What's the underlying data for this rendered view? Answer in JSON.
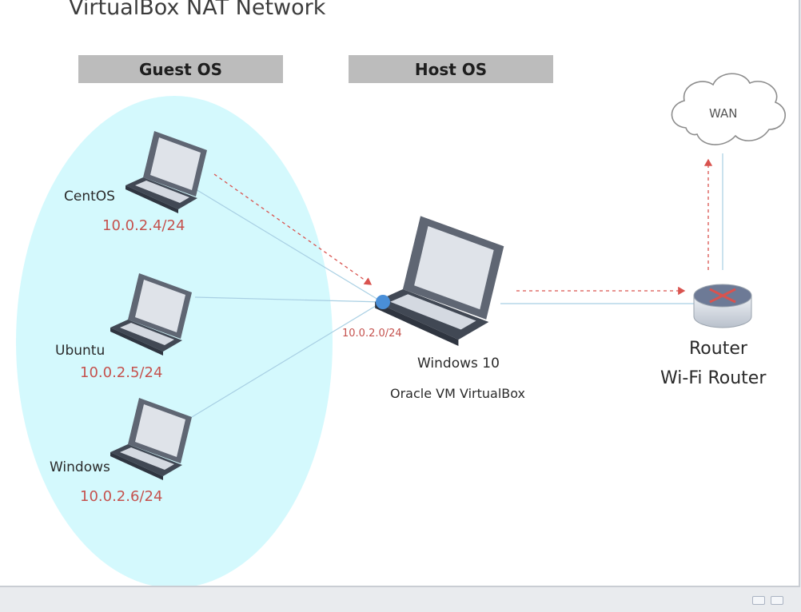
{
  "title": "VirtualBox NAT Network",
  "headers": {
    "guest": "Guest OS",
    "host": "Host OS"
  },
  "guests": [
    {
      "name": "CentOS",
      "ip": "10.0.2.4/24"
    },
    {
      "name": "Ubuntu",
      "ip": "10.0.2.5/24"
    },
    {
      "name": "Windows",
      "ip": "10.0.2.6/24"
    }
  ],
  "nat_network": "10.0.2.0/24",
  "host": {
    "os": "Windows 10",
    "software": "Oracle VM VirtualBox"
  },
  "router": {
    "line1": "Router",
    "line2": "Wi-Fi Router"
  },
  "wan": "WAN",
  "colors": {
    "guest_ellipse": "#d4f9fd",
    "ip_text": "#c5524e",
    "arrow": "#d9534f",
    "link": "#a8cfe3",
    "nat_dot": "#4a8fd8"
  }
}
